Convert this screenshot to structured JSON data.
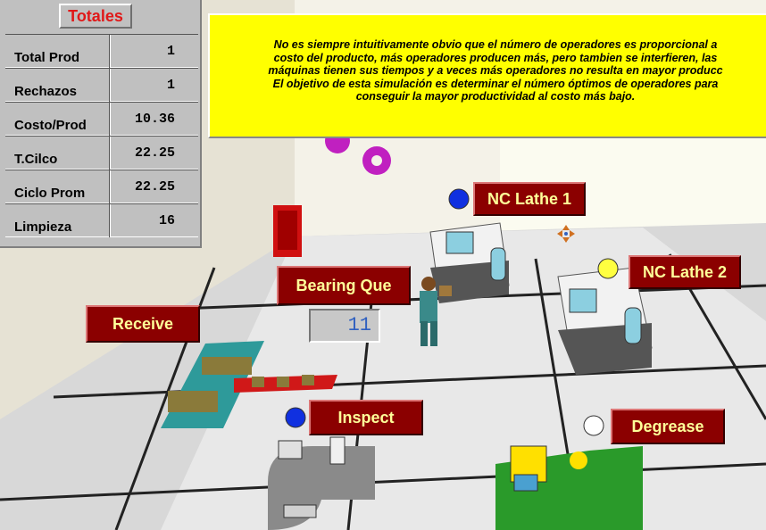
{
  "totales": {
    "title": "Totales",
    "rows": [
      {
        "label": "Total Prod",
        "value": "1"
      },
      {
        "label": "Rechazos",
        "value": "1"
      },
      {
        "label": "Costo/Prod",
        "value": "10.36"
      },
      {
        "label": "T.Cilco",
        "value": "22.25"
      },
      {
        "label": "Ciclo Prom",
        "value": "22.25"
      },
      {
        "label": "Limpieza",
        "value": "16"
      }
    ]
  },
  "info": {
    "text": "No es siempre intuitivamente obvio que el número de operadores es proporcional a\ncosto del producto, más operadores producen más, pero tambien se interfieren, las\nmáquinas tienen sus tiempos y a veces más operadores no resulta en mayor producc\nEl objetivo de esta simulación es determinar el número óptimos de operadores para\nconseguir la mayor productividad al costo más bajo."
  },
  "stations": {
    "nc_lathe_1": "NC Lathe 1",
    "nc_lathe_2": "NC Lathe 2",
    "bearing_que": "Bearing Que",
    "receive": "Receive",
    "inspect": "Inspect",
    "degrease": "Degrease"
  },
  "queue_count": "11",
  "status_colors": {
    "nc_lathe_1": "#1030e0",
    "nc_lathe_2": "#ffff40",
    "inspect": "#1030e0",
    "degrease": "#ffffff"
  }
}
